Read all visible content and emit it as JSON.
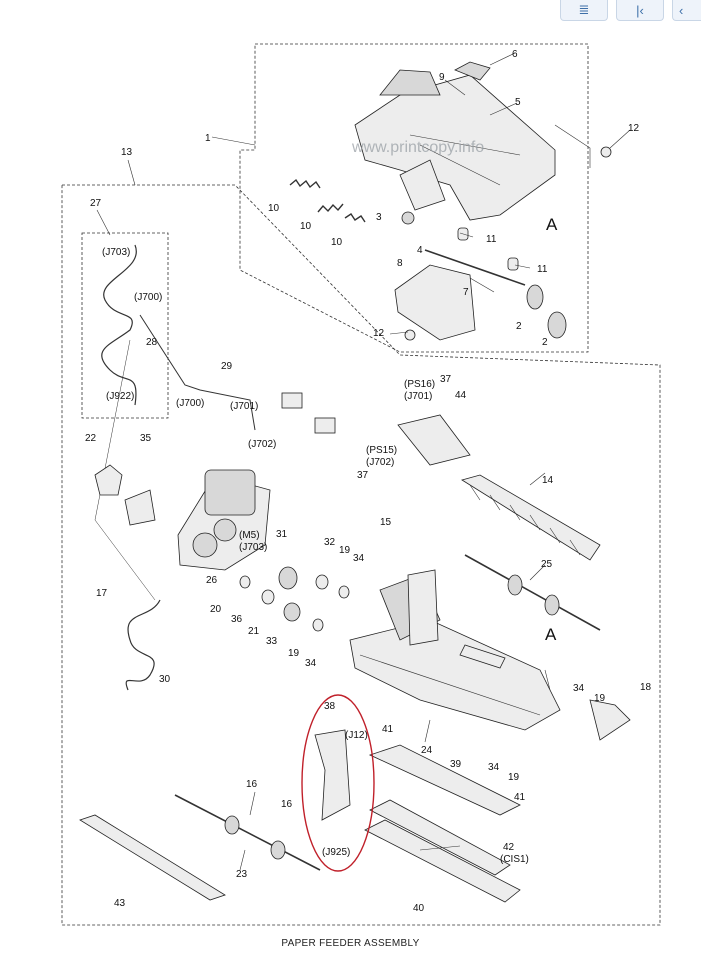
{
  "toolbar": {
    "buttons": [
      {
        "name": "menu-lines-icon",
        "glyph": "≣"
      },
      {
        "name": "first-page-icon",
        "glyph": "|‹"
      },
      {
        "name": "previous-page-icon",
        "glyph": "‹"
      }
    ]
  },
  "watermark": "www.printcopy.info",
  "caption": "PAPER FEEDER ASSEMBLY",
  "callouts": {
    "c1": "1",
    "c2a": "2",
    "c2b": "2",
    "c3": "3",
    "c4": "4",
    "c5": "5",
    "c6": "6",
    "c7": "7",
    "c8": "8",
    "c9": "9",
    "c10a": "10",
    "c10b": "10",
    "c10c": "10",
    "c11a": "11",
    "c11b": "11",
    "c12a": "12",
    "c12b": "12",
    "c13": "13",
    "c14": "14",
    "c15": "15",
    "c16a": "16",
    "c16b": "16",
    "c17": "17",
    "c18": "18",
    "c19a": "19",
    "c19b": "19",
    "c19c": "19",
    "c19d": "19",
    "c20": "20",
    "c21": "21",
    "c22": "22",
    "c23": "23",
    "c24": "24",
    "c25": "25",
    "c26": "26",
    "c27": "27",
    "c28": "28",
    "c29": "29",
    "c30": "30",
    "c31": "31",
    "c32": "32",
    "c33": "33",
    "c34a": "34",
    "c34b": "34",
    "c34c": "34",
    "c34d": "34",
    "c35": "35",
    "c36": "36",
    "c37a": "37",
    "c37b": "37",
    "c38": "38",
    "c39": "39",
    "c40": "40",
    "c41a": "41",
    "c41b": "41",
    "c42": "42",
    "c43": "43",
    "c44": "44",
    "A1": "A",
    "A2": "A"
  },
  "connectors": {
    "j703a": "(J703)",
    "j700a": "(J700)",
    "j922": "(J922)",
    "j700b": "(J700)",
    "j701a": "(J701)",
    "j702a": "(J702)",
    "ps16": "(PS16)",
    "j701b": "(J701)",
    "ps15": "(PS15)",
    "j702b": "(J702)",
    "m5": "(M5)",
    "j703b": "(J703)",
    "j12": "(J12)",
    "j925": "(J925)",
    "cis1": "(CIS1)"
  }
}
